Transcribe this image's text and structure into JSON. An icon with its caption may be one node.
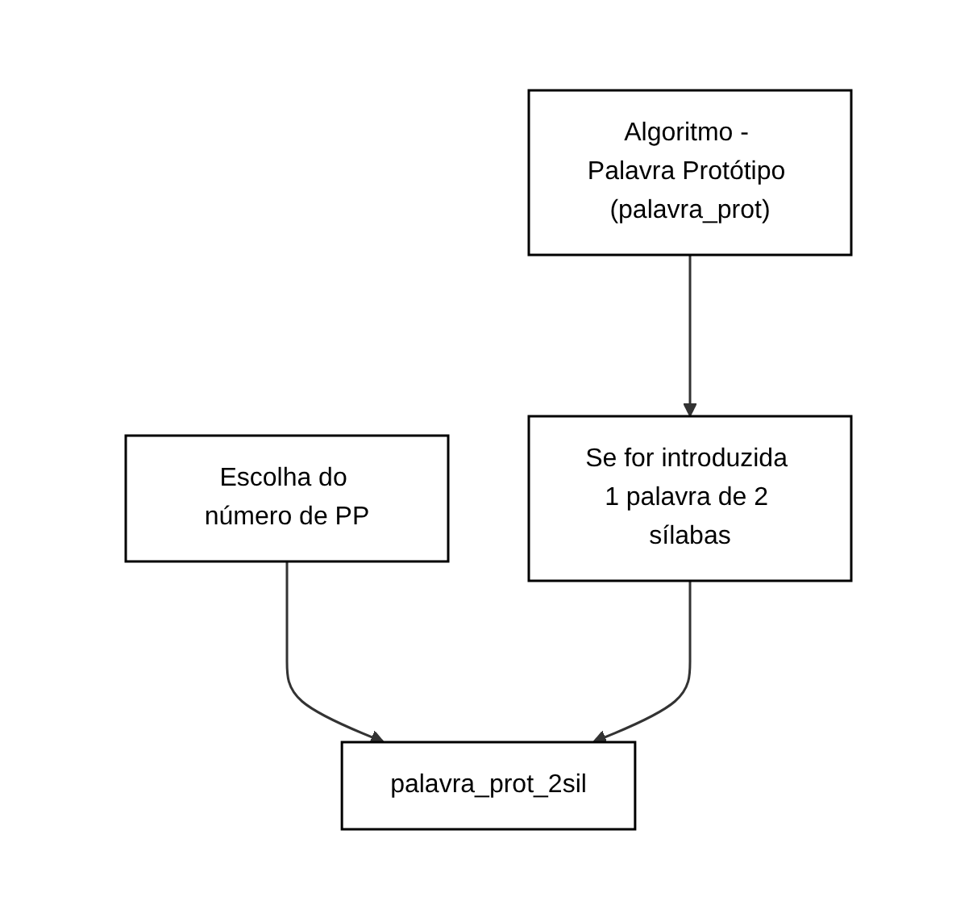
{
  "diagram": {
    "nodes": [
      {
        "text": [
          "Escolha do número de PP"
        ]
      },
      {
        "text": [
          "Algoritmo - Palavra Protótipo (palavra_prot)"
        ]
      },
      {
        "text": [
          "palavra_prot_2sil"
        ]
      },
      {
        "text": [
          "Se for introduzida 1 palavra de 2 sílabas"
        ]
      }
    ],
    "edges": [
      {
        "from": 0,
        "to": 2,
        "arrow": "to"
      },
      {
        "from": 1,
        "to": 3,
        "arrow": "to"
      },
      {
        "from": 3,
        "to": 2,
        "arrow": "to"
      }
    ]
  }
}
